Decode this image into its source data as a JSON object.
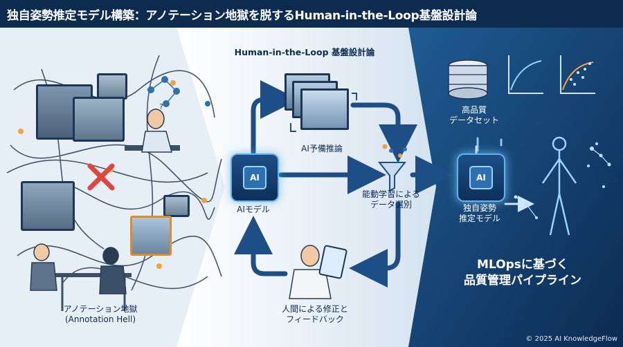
{
  "title": "独自姿勢推定モデル構築：アノテーション地獄を脱するHuman-in-the-Loop基盤設計論",
  "sections": {
    "left_caption_line1": "アノテーション地獄",
    "left_caption_line2": "(Annotation Hell)",
    "middle_header": "Human-in-the-Loop 基盤設計論"
  },
  "nodes": {
    "ai_model": "AIモデル",
    "ai_inference": "AI予備推論",
    "active_learning_line1": "能動学習による",
    "active_learning_line2": "データ選別",
    "human_correction_line1": "人間による修正と",
    "human_correction_line2": "フィードバック",
    "dataset_line1": "高品質",
    "dataset_line2": "データセット",
    "pose_model_line1": "独自姿勢",
    "pose_model_line2": "推定モデル",
    "mlops_line1": "MLOpsに基づく",
    "mlops_line2": "品質管理パイプライン"
  },
  "chip_text": "AI",
  "copyright": "© 2025 AI KnowledgeFlow",
  "colors": {
    "title_bg": "#0d2a4f",
    "mid_bg": "#dce8f3",
    "right_bg": "#123a66",
    "accent_blue": "#5fb3f0",
    "accent_orange": "#e08a2a",
    "cross_red": "#e0463c"
  }
}
